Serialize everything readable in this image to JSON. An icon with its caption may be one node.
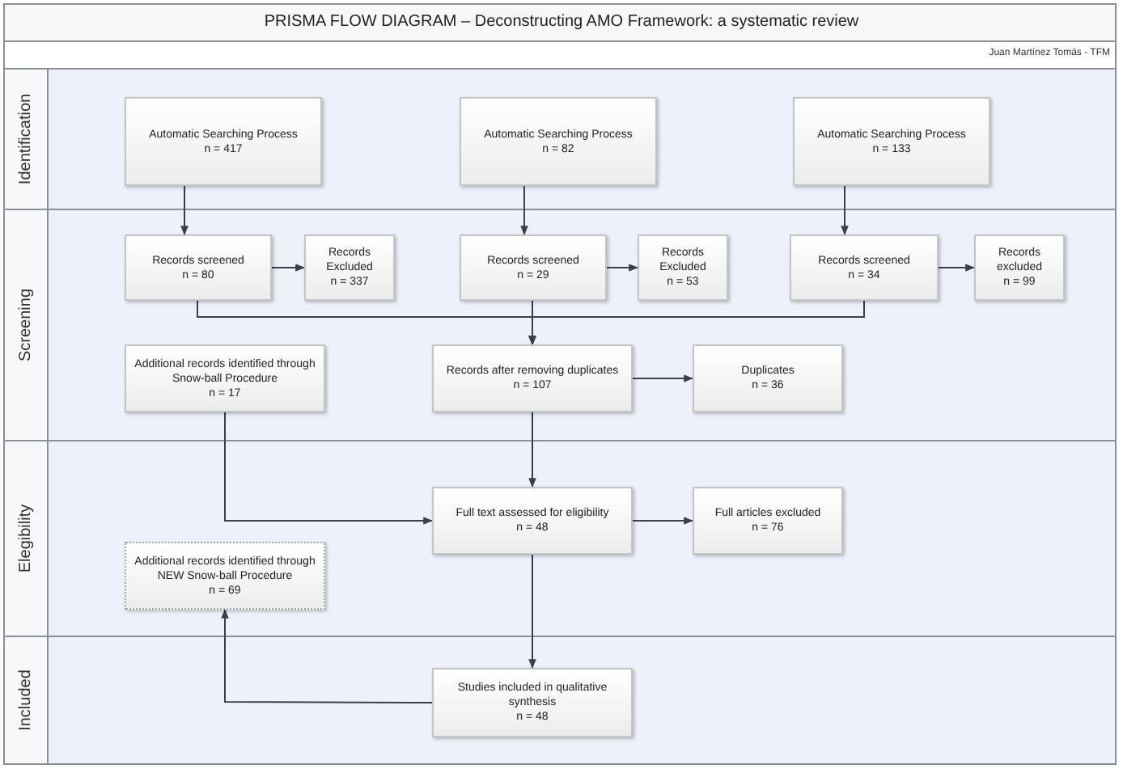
{
  "diagram": {
    "title": "PRISMA FLOW DIAGRAM – Deconstructing AMO Framework: a systematic review",
    "nodes": [
      {
        "text": [
          "Identification"
        ]
      },
      {
        "text": [
          "Screening"
        ]
      },
      {
        "text": [
          "Elegibility"
        ]
      },
      {
        "text": [
          "Included"
        ]
      },
      {
        "text": [
          "Automatic Searching Process",
          "n = 417"
        ],
        "in": 0
      },
      {
        "text": [
          "Automatic Searching Process",
          "n = 82"
        ],
        "in": 0
      },
      {
        "text": [
          "Automatic Searching Process",
          "n = 133"
        ],
        "in": 0
      },
      {
        "text": [
          "Records screened",
          "n = 80"
        ],
        "in": 1
      },
      {
        "text": [
          "Records Excluded",
          "n = 337"
        ],
        "in": 1
      },
      {
        "text": [
          "Records screened",
          "n = 29"
        ],
        "in": 1
      },
      {
        "text": [
          "Records Excluded",
          "n = 53"
        ],
        "in": 1
      },
      {
        "text": [
          "Records screened",
          "n = 34"
        ],
        "in": 1
      },
      {
        "text": [
          "Records excluded",
          "n = 99"
        ],
        "in": 1
      },
      {
        "text": [
          "Additional records identified through Snow-ball Procedure",
          "n = 17"
        ],
        "in": 1
      },
      {
        "text": [
          "Records after removing duplicates",
          "n = 107"
        ],
        "in": 1
      },
      {
        "text": [
          "Duplicates",
          "n = 36"
        ],
        "in": 1
      },
      {
        "text": [
          "Full text assessed for eligibility",
          "n = 48"
        ],
        "in": 2
      },
      {
        "text": [
          "Full articles excluded",
          "n = 76"
        ],
        "in": 2
      },
      {
        "text": [
          "Additional records identified through NEW Snow-ball Procedure",
          "n = 69"
        ],
        "in": 2
      },
      {
        "text": [
          "Studies included in qualitative synthesis",
          "n =  48"
        ],
        "in": 3
      }
    ],
    "edges": [
      {
        "from": 4,
        "to": 7,
        "arrow": "to"
      },
      {
        "from": 5,
        "to": 9,
        "arrow": "to"
      },
      {
        "from": 6,
        "to": 11,
        "arrow": "to"
      },
      {
        "from": 7,
        "to": 8,
        "arrow": "to"
      },
      {
        "from": 9,
        "to": 10,
        "arrow": "to"
      },
      {
        "from": 11,
        "to": 12,
        "arrow": "to"
      },
      {
        "from": 7,
        "to": 14,
        "arrow": "to"
      },
      {
        "from": 9,
        "to": 14,
        "arrow": "to"
      },
      {
        "from": 11,
        "to": 14,
        "arrow": "to"
      },
      {
        "from": 14,
        "to": 15,
        "arrow": "to"
      },
      {
        "from": 14,
        "to": 16,
        "arrow": "to"
      },
      {
        "from": 13,
        "to": 16,
        "arrow": "to"
      },
      {
        "from": 16,
        "to": 17,
        "arrow": "to"
      },
      {
        "from": 16,
        "to": 19,
        "arrow": "to"
      },
      {
        "from": 19,
        "to": 18,
        "arrow": "to"
      }
    ],
    "labels": [
      "Juan Martínez Tomás - TFM"
    ]
  }
}
